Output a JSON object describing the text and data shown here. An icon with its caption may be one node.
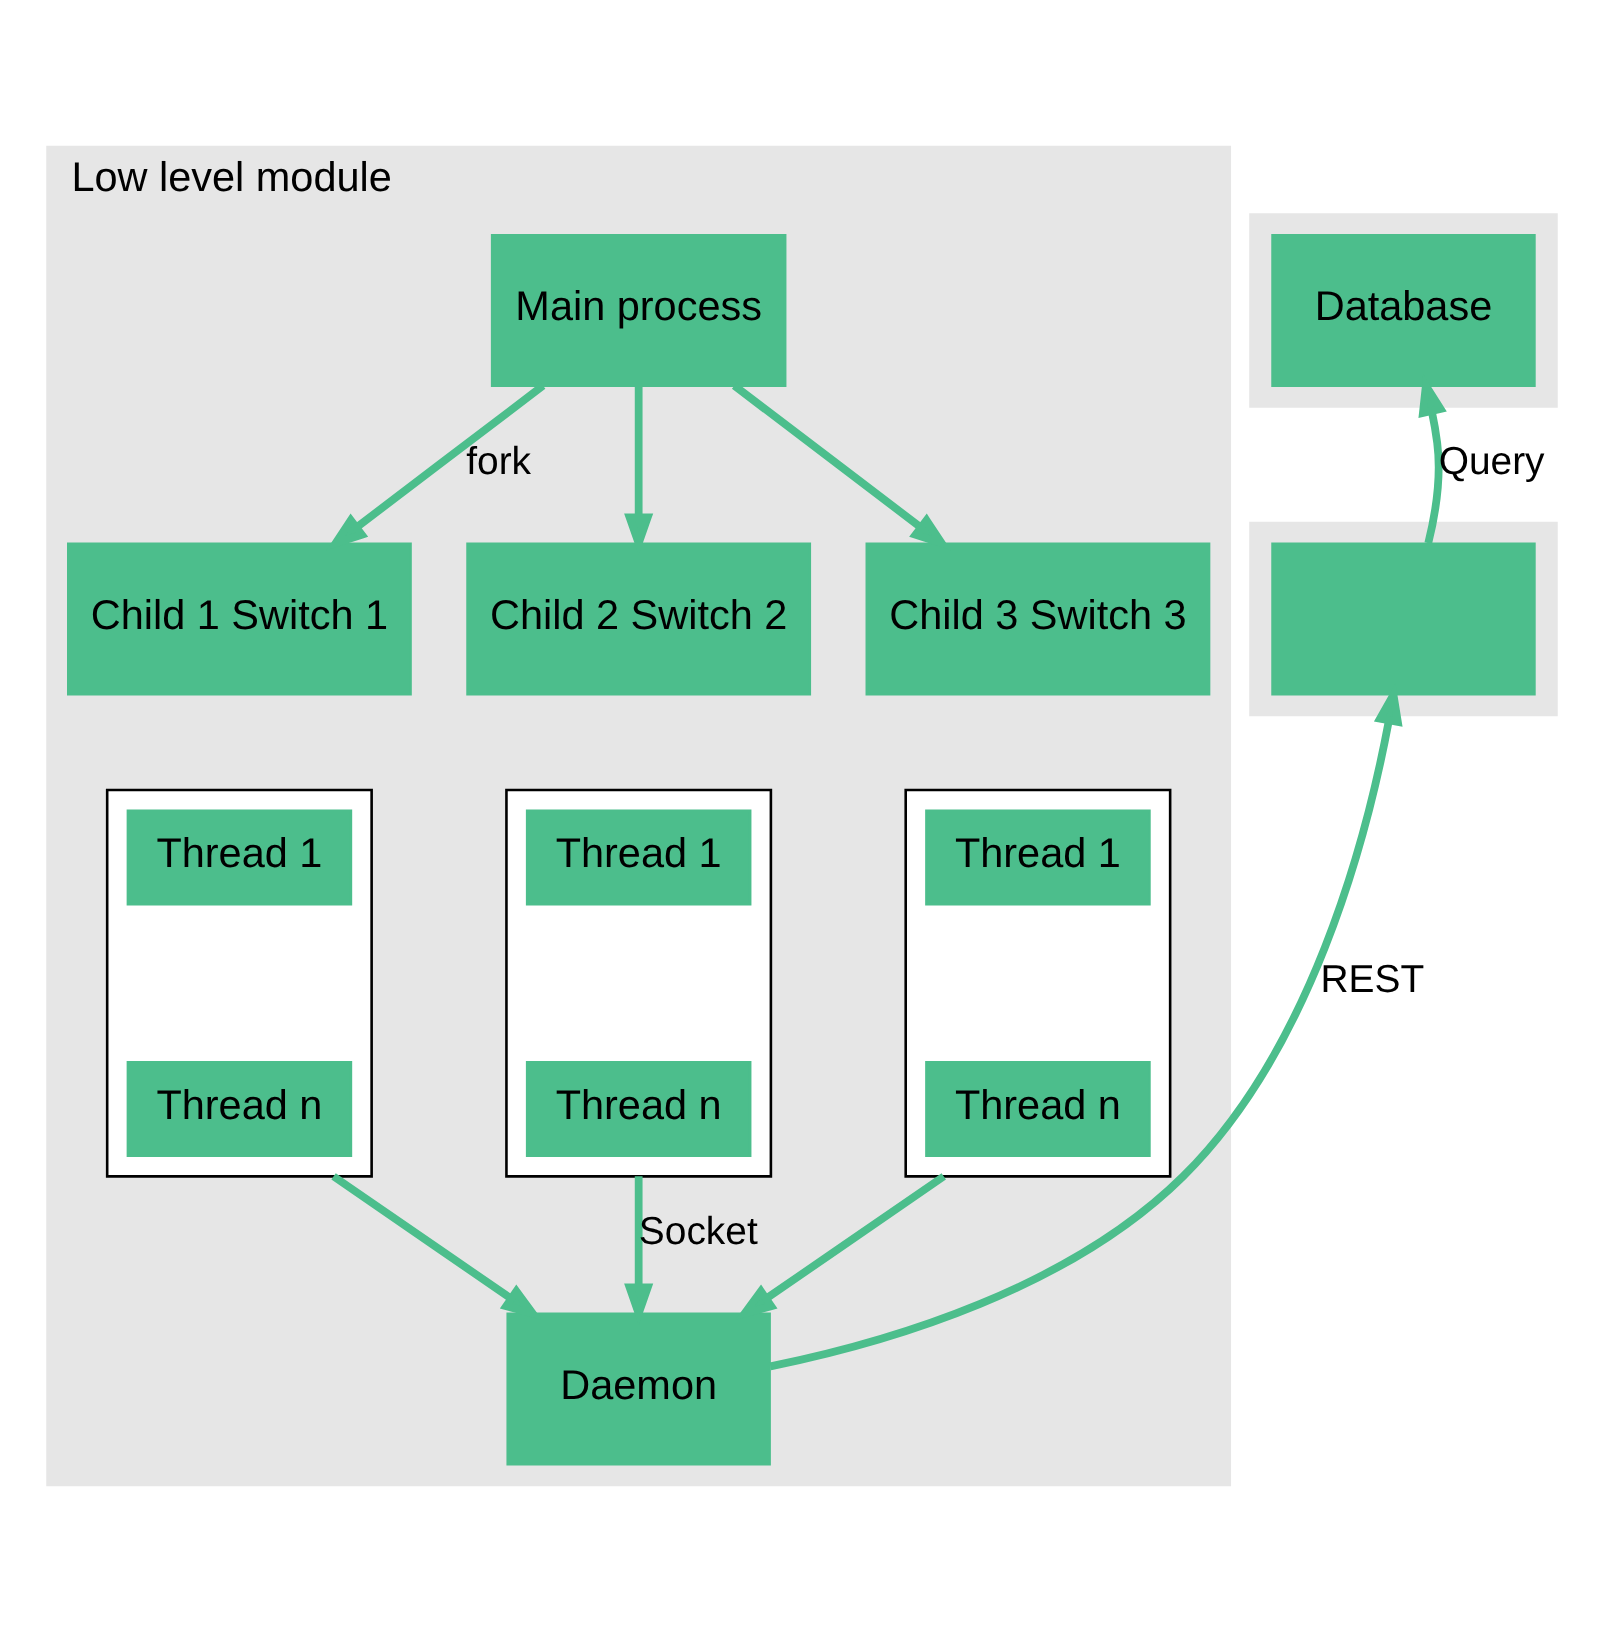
{
  "diagram": {
    "nodes": [
      {
        "text": [
          "Low level module"
        ]
      },
      {
        "text": [
          "Main process"
        ],
        "in": 0
      },
      {
        "text": [
          "Child 1 Switch 1"
        ],
        "in": 0
      },
      {
        "text": [
          "Child 2 Switch 2"
        ],
        "in": 0
      },
      {
        "text": [
          "Child 3 Switch 3"
        ],
        "in": 0
      },
      {
        "text": [],
        "shape": "box",
        "in": 0
      },
      {
        "text": [
          "Thread 1"
        ],
        "in": 5
      },
      {
        "text": [
          "Thread n"
        ],
        "in": 5
      },
      {
        "text": [],
        "shape": "box",
        "in": 0
      },
      {
        "text": [
          "Thread 1"
        ],
        "in": 8
      },
      {
        "text": [
          "Thread n"
        ],
        "in": 8
      },
      {
        "text": [],
        "shape": "box",
        "in": 0
      },
      {
        "text": [
          "Thread 1"
        ],
        "in": 11
      },
      {
        "text": [
          "Thread n"
        ],
        "in": 11
      },
      {
        "text": [
          "Daemon"
        ],
        "in": 0
      },
      {
        "text": [],
        "shape": "box"
      },
      {
        "text": [
          "Database"
        ],
        "in": 15
      },
      {
        "text": [],
        "shape": "box"
      },
      {
        "text": [],
        "shape": "box",
        "in": 17
      }
    ],
    "edges": [
      {
        "from": 1,
        "to": 2,
        "arrow": "to",
        "label": "fork"
      },
      {
        "from": 1,
        "to": 3,
        "arrow": "to"
      },
      {
        "from": 1,
        "to": 4,
        "arrow": "to"
      },
      {
        "from": 5,
        "to": 14,
        "arrow": "to"
      },
      {
        "from": 8,
        "to": 14,
        "arrow": "to",
        "label": "Socket"
      },
      {
        "from": 11,
        "to": 14,
        "arrow": "to"
      },
      {
        "from": 14,
        "to": 18,
        "arrow": "to",
        "label": "REST"
      },
      {
        "from": 18,
        "to": 16,
        "arrow": "to",
        "label": "Query"
      }
    ]
  }
}
